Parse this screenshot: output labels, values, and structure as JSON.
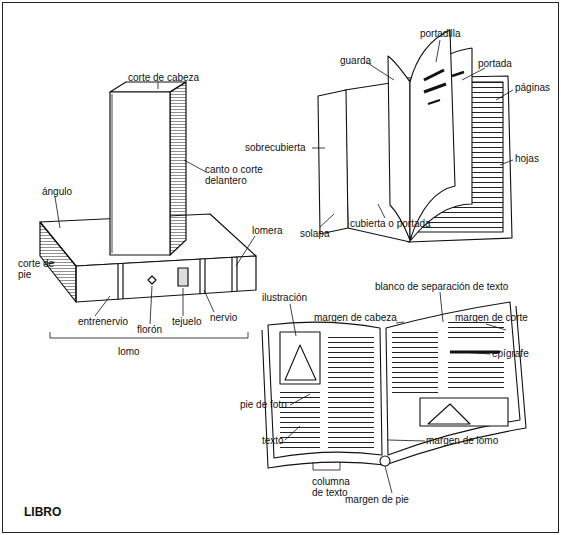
{
  "diagram": {
    "title": "LIBRO",
    "labels": [
      "corte de cabeza",
      "canto o corte delantero",
      "ángulo",
      "corte de pie",
      "lomera",
      "entrenervio",
      "florón",
      "tejuelo",
      "nervio",
      "lomo",
      "portadilla",
      "guarda",
      "portada",
      "páginas",
      "sobrecubierta",
      "hojas",
      "solapa",
      "cubierta o portada",
      "blanco de separación de texto",
      "ilustración",
      "margen de cabeza",
      "margen de corte",
      "epígrafe",
      "pie de foto",
      "texto",
      "margen de lomo",
      "columna de texto",
      "margen de pie"
    ]
  }
}
